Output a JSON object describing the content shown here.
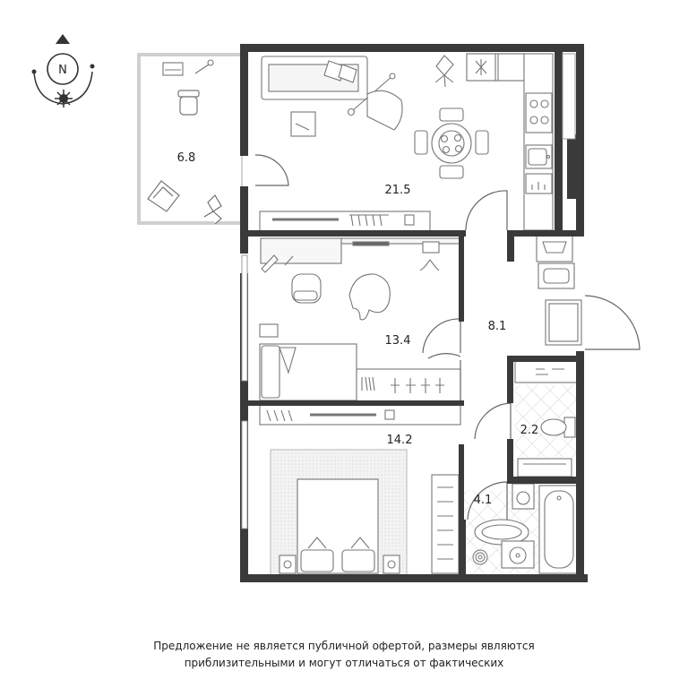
{
  "compass": {
    "label": "N"
  },
  "rooms": [
    {
      "id": "balcony",
      "area": "6.8"
    },
    {
      "id": "living-kitchen",
      "area": "21.5"
    },
    {
      "id": "study-bedroom",
      "area": "13.4"
    },
    {
      "id": "hallway",
      "area": "8.1"
    },
    {
      "id": "bedroom",
      "area": "14.2"
    },
    {
      "id": "wc",
      "area": "2.2"
    },
    {
      "id": "bathroom",
      "area": "4.1"
    }
  ],
  "disclaimer": {
    "line1": "Предложение не является публичной офертой, размеры являются",
    "line2": "приблизительными и могут отличаться от фактических"
  },
  "colors": {
    "wall": "#3a3a3a",
    "furniture_line": "#7a7a7a",
    "fill_light": "#f2f2f2"
  }
}
